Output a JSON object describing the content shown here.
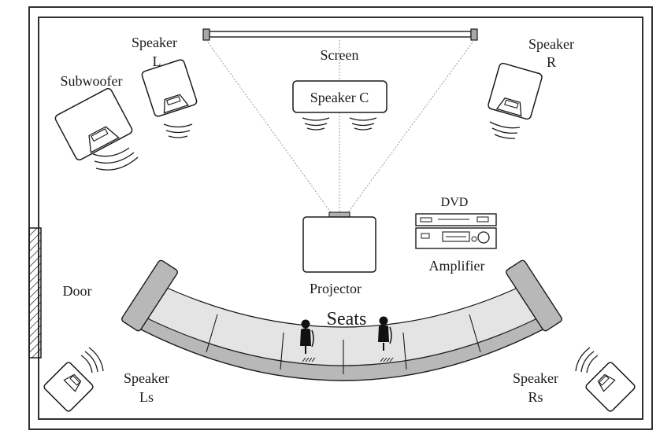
{
  "labels": {
    "screen": "Screen",
    "speaker_l_line1": "Speaker",
    "speaker_l_line2": "L",
    "speaker_r_line1": "Speaker",
    "speaker_r_line2": "R",
    "speaker_c": "Speaker C",
    "subwoofer": "Subwoofer",
    "dvd": "DVD",
    "amplifier": "Amplifier",
    "projector": "Projector",
    "door": "Door",
    "seats": "Seats",
    "speaker_ls_line1": "Speaker",
    "speaker_ls_line2": "Ls",
    "speaker_rs_line1": "Speaker",
    "speaker_rs_line2": "Rs"
  },
  "colors": {
    "line": "#1a1a1a",
    "sofa_back": "#b8b8b8",
    "sofa_seat": "#e4e4e4",
    "beam": "#9a9a9a"
  }
}
